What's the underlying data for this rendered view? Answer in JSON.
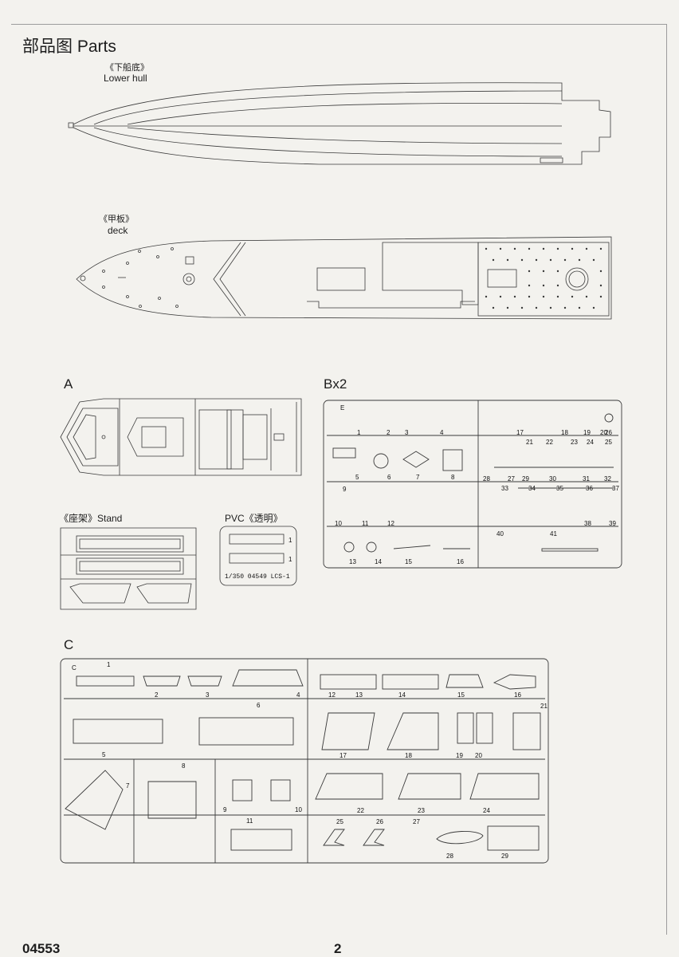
{
  "page": {
    "title": "部品图 Parts",
    "code": "04553",
    "number": "2"
  },
  "lower_hull": {
    "cn": "《下船底》",
    "en": "Lower hull"
  },
  "deck": {
    "cn": "《甲板》",
    "en": "deck"
  },
  "sprue_a": {
    "label": "A"
  },
  "sprue_b": {
    "label": "Bx2",
    "tag": "E",
    "parts": [
      "1",
      "2",
      "3",
      "4",
      "5",
      "6",
      "7",
      "8",
      "9",
      "10",
      "11",
      "12",
      "13",
      "14",
      "15",
      "16",
      "17",
      "18",
      "19",
      "20",
      "21",
      "22",
      "23",
      "24",
      "25",
      "26",
      "27",
      "28",
      "29",
      "30",
      "31",
      "32",
      "33",
      "34",
      "35",
      "36",
      "37",
      "38",
      "39",
      "40",
      "41"
    ]
  },
  "stand": {
    "label": "《座架》Stand"
  },
  "pvc": {
    "label": "PVC《透明》",
    "qty": [
      "1",
      "1"
    ],
    "code": "1/350 04549 LCS-1"
  },
  "sprue_c": {
    "label": "C",
    "tag": "C",
    "parts": [
      "1",
      "2",
      "3",
      "4",
      "5",
      "6",
      "7",
      "8",
      "9",
      "10",
      "11",
      "12",
      "13",
      "14",
      "15",
      "16",
      "17",
      "18",
      "19",
      "20",
      "21",
      "22",
      "23",
      "24",
      "25",
      "26",
      "27",
      "28",
      "29"
    ]
  }
}
